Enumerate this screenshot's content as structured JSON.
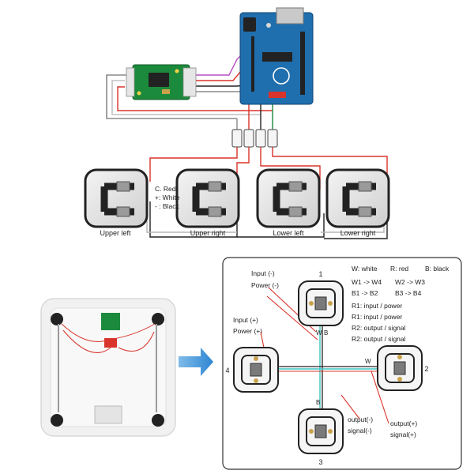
{
  "top": {
    "legend": {
      "c": "C. Red",
      "plus": "+: White",
      "minus": "- : Black"
    },
    "cells": [
      "Upper left",
      "Upper right",
      "Lower left",
      "Lower right"
    ]
  },
  "wiring": {
    "legend_top": [
      "W: white",
      "R: red",
      "B: black"
    ],
    "pairs": [
      "W1 -> W4",
      "W2 -> W3",
      "B1 -> B2",
      "B3 -> B4"
    ],
    "notes": [
      "R1: input / power",
      "R1: input / power",
      "R2: output / signal",
      "R2: output / signal"
    ],
    "left_labels": [
      "Input (-)",
      "Power (-)",
      "Input (+)",
      "Power (+)"
    ],
    "bottom_labels": [
      "output(-)",
      "signal(-)",
      "output(+)",
      "signal(+)"
    ],
    "node_numbers": [
      "1",
      "2",
      "3",
      "4"
    ],
    "wire_marks": [
      "W",
      "B",
      "W",
      "B"
    ]
  },
  "colors": {
    "arduino": "#1f6fae",
    "hx711": "#1c8a3c",
    "wire_red": "#d8342b",
    "wire_white": "#dcdcdc",
    "wire_black": "#222222",
    "wire_teal": "#3cc6c0",
    "arrow": "#3b8fd6"
  }
}
